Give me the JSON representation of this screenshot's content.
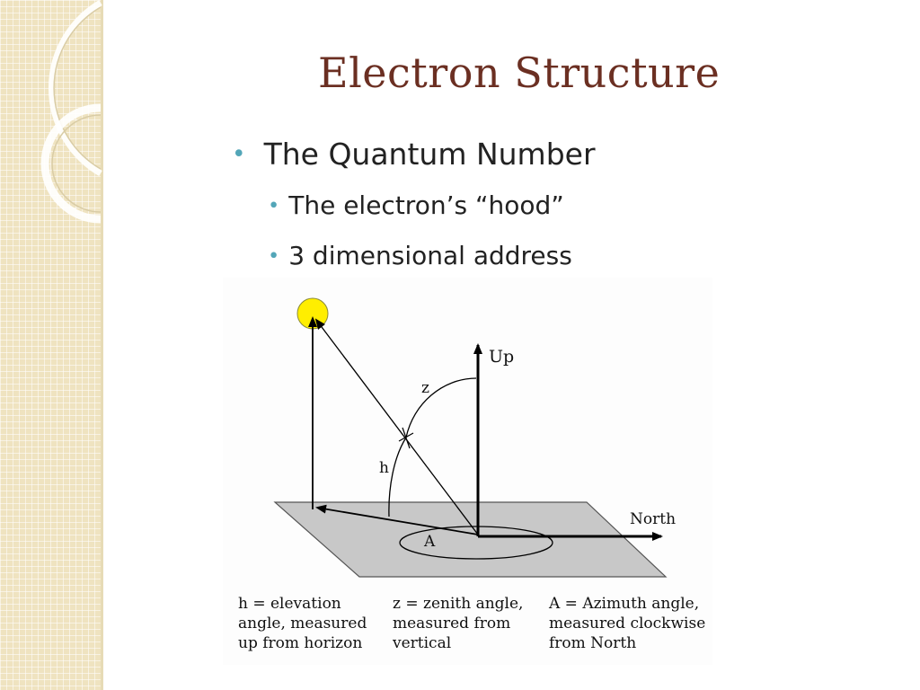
{
  "slide": {
    "title": "Electron Structure",
    "bullets": [
      {
        "text": "The Quantum Number",
        "level": 1
      },
      {
        "text": "The electron’s “hood”",
        "level": 2
      },
      {
        "text": "3 dimensional address",
        "level": 2
      }
    ]
  },
  "figure": {
    "labels": {
      "up": "Up",
      "north": "North",
      "zenith": "z",
      "elevation": "h",
      "azimuth": "A"
    },
    "captions": [
      [
        "h = elevation",
        "angle, measured",
        "up from horizon"
      ],
      [
        "z = zenith angle,",
        "measured from",
        "vertical"
      ],
      [
        "A = Azimuth angle,",
        "measured clockwise",
        "from North"
      ]
    ]
  },
  "colors": {
    "title": "#6b2f22",
    "bullet_dot": "#53a6b8",
    "side_band": "#efe3c0",
    "sun": "#ffee00",
    "plane": "#c8c8c8"
  }
}
